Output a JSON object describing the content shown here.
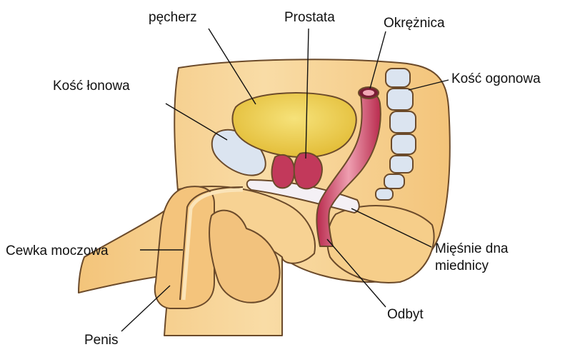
{
  "labels": {
    "bladder": "pęcherz",
    "prostate": "Prostata",
    "colon": "Okrężnica",
    "pubic_bone": "Kość łonowa",
    "coccyx": "Kość ogonowa",
    "urethra": "Cewka moczowa",
    "pelvic_floor_line1": "Mięśnie dna",
    "pelvic_floor_line2": "miednicy",
    "anus": "Odbyt",
    "penis": "Penis"
  },
  "colors": {
    "skin": "#f8d79a",
    "skin_shade": "#eab96e",
    "bladder": "#efd04c",
    "bone": "#dbe4f0",
    "muscle": "#c2395b",
    "muscle_light": "#e59aa8",
    "outline": "#6b4a2a"
  }
}
